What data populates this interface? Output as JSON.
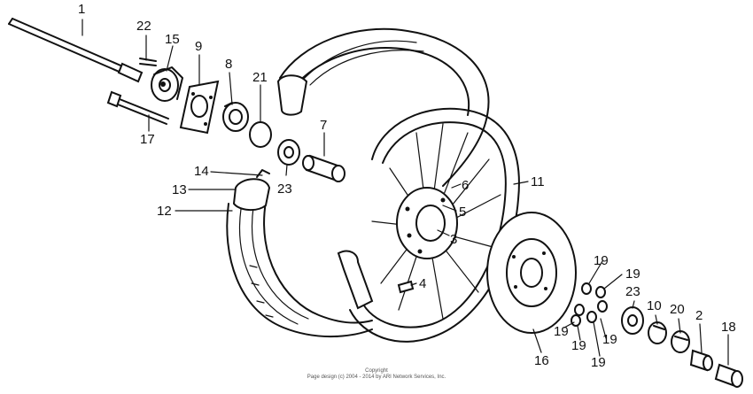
{
  "callouts": {
    "c1": "1",
    "c22": "22",
    "c15": "15",
    "c9": "9",
    "c8": "8",
    "c21": "21",
    "c7": "7",
    "c17": "17",
    "c14": "14",
    "c13": "13",
    "c23a": "23",
    "c12": "12",
    "c6": "6",
    "c5": "5",
    "c3": "3",
    "c11": "11",
    "c4": "4",
    "c19a": "19",
    "c19b": "19",
    "c19c": "19",
    "c19d": "19",
    "c19e": "19",
    "c19f": "19",
    "c23b": "23",
    "c10": "10",
    "c20": "20",
    "c2": "2",
    "c18": "18",
    "c16": "16"
  },
  "footer": {
    "line1": "Copyright",
    "line2": "Page design (c) 2004 - 2014 by ARI Network Services, Inc."
  }
}
